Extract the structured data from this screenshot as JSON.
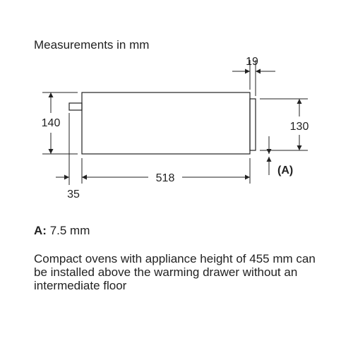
{
  "heading": "Measurements in mm",
  "dimensions": {
    "top_gap": "19",
    "total_height": "140",
    "front_height": "130",
    "depth": "518",
    "handle": "35",
    "marker": "(A)"
  },
  "note_a": {
    "label": "A:",
    "value": "7.5 mm"
  },
  "note_text": "Compact ovens with appliance height of 455 mm can be installed above the warming drawer without an intermediate floor",
  "colors": {
    "line": "#222222",
    "dim_line": "#555555"
  }
}
